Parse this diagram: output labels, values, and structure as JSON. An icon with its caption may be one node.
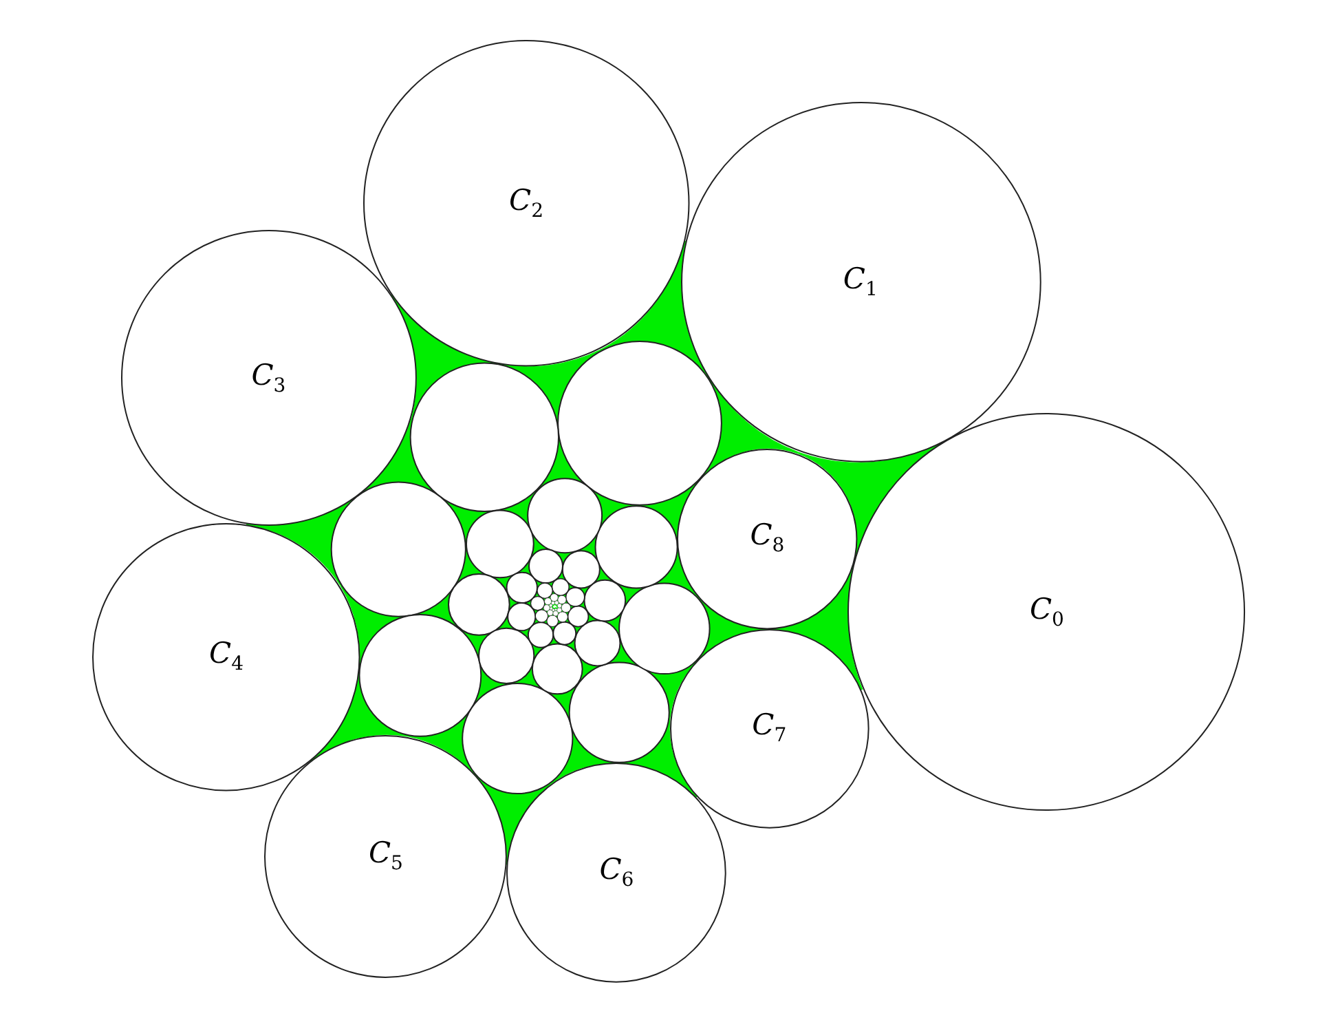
{
  "diagram": {
    "nodes": [
      {
        "text": [
          "*C*$_{0}$"
        ]
      },
      {
        "text": [
          "*C*$_{1}$"
        ]
      },
      {
        "text": [
          "*C*$_{2}$"
        ]
      },
      {
        "text": [
          "*C*$_{3}$"
        ]
      },
      {
        "text": [
          "*C*$_{4}$"
        ]
      },
      {
        "text": [
          "*C*$_{5}$"
        ]
      },
      {
        "text": [
          "*C*$_{6}$"
        ]
      },
      {
        "text": [
          "*C*$_{7}$"
        ]
      },
      {
        "text": [
          "*C*$_{8}$"
        ]
      }
    ]
  }
}
